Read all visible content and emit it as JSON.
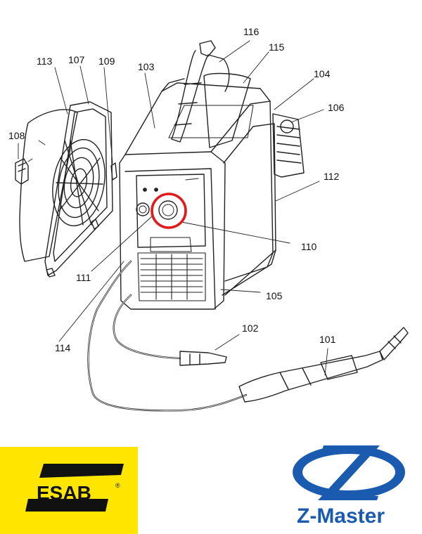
{
  "callouts": {
    "c116": "116",
    "c115": "115",
    "c113": "113",
    "c107": "107",
    "c109": "109",
    "c103": "103",
    "c104": "104",
    "c106": "106",
    "c108": "108",
    "c112": "112",
    "c110": "110",
    "c111": "111",
    "c105": "105",
    "c114": "114",
    "c102": "102",
    "c101": "101"
  },
  "logos": {
    "esab": "ESAB",
    "esab_mark": "®",
    "zmaster": "Z-Master"
  },
  "colors": {
    "esab_yellow": "#ffe600",
    "zmaster_blue": "#1a5bb0",
    "highlight_red": "#e11b1b",
    "line": "#222222"
  }
}
